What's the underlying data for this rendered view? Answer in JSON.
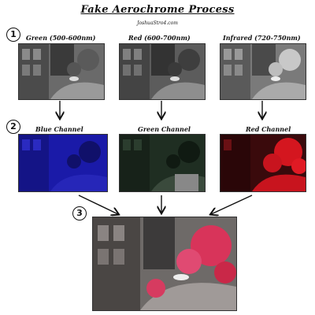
{
  "title": "Fake Aerochrome Process",
  "subtitle": "JoshuaStro4.com",
  "steps": {
    "s1": "1",
    "s2": "2",
    "s3": "3"
  },
  "row1": {
    "green_label": "Green (500-600nm)",
    "red_label": "Red (600-700nm)",
    "infrared_label": "Infrared (720-750nm)"
  },
  "row2": {
    "blue_label": "Blue Channel",
    "green_label": "Green Channel",
    "red_label": "Red Channel"
  },
  "colors": {
    "blue_channel": "#1a1aa8",
    "green_channel": "#1f2e22",
    "red_channel": "#c8141e",
    "stroke": "#111111"
  }
}
